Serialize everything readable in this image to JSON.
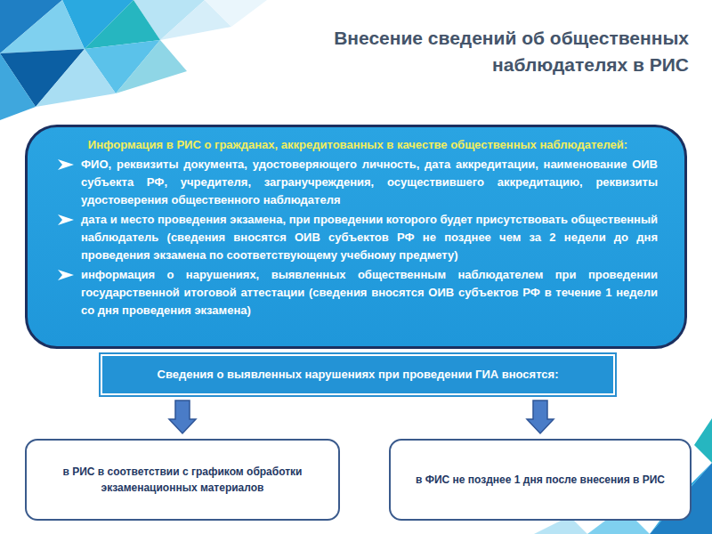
{
  "diagram": {
    "title": "Внесение сведений об общественных наблюдателях в РИС",
    "nodes": [
      {
        "text": [
          "Информация в РИС о гражданах, аккредитованных в качестве общественных наблюдателей:",
          "ФИО, реквизиты документа, удостоверяющего личность, дата аккредитации, наименование ОИВ субъекта РФ, учредителя, загранучреждения, осуществившего аккредитацию, реквизиты удостоверения общественного наблюдателя",
          "дата и место проведения экзамена, при проведении которого будет присутствовать общественный наблюдатель (сведения вносятся ОИВ субъектов РФ не позднее чем за 2 недели до дня проведения экзамена по соответствующему учебному предмету)",
          "информация о нарушениях, выявленных общественным наблюдателем при проведении государственной итоговой аттестации (сведения вносятся ОИВ субъектов РФ в течение 1 недели со дня проведения экзамена)"
        ]
      },
      {
        "text": [
          "Сведения о выявленных нарушениях при проведении ГИА вносятся:"
        ]
      },
      {
        "text": [
          "в РИС в соответствии с графиком обработки экзаменационных материалов"
        ]
      },
      {
        "text": [
          "в ФИС не позднее 1 дня после внесения в РИС"
        ]
      }
    ],
    "edges": [
      {
        "from": 1,
        "to": 2,
        "arrow": "to"
      },
      {
        "from": 1,
        "to": 3,
        "arrow": "to"
      }
    ]
  }
}
